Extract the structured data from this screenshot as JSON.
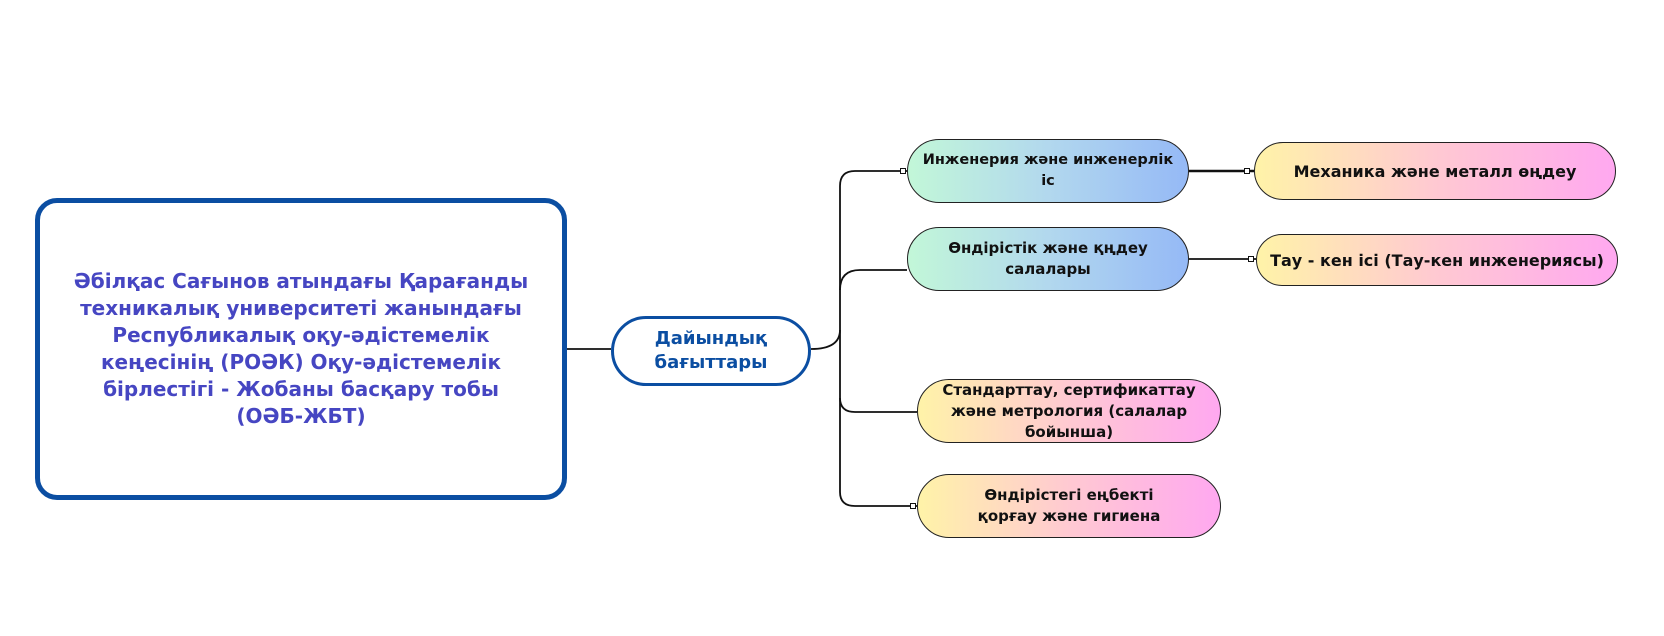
{
  "diagram": {
    "type": "mind-map",
    "colors": {
      "primary_border": "#0b4ea2",
      "root_text": "#4646c2",
      "hub_text": "#0b4ea2",
      "connector": "#111111",
      "gradient_green_blue": [
        "#c2f7d8",
        "#95b9f6"
      ],
      "gradient_yellow_pink": [
        "#fff3a8",
        "#ffa8f0"
      ]
    },
    "root": {
      "text": "Әбілқас Сағынов атындағы Қарағанды техникалық университеті жанындағы Республикалық оқу-әдістемелік кеңесінің (РОӘК) Оқу-әдістемелік бірлестігі - Жобаны басқару тобы (ОӘБ-ЖБТ)"
    },
    "hub": {
      "text": "Дайындық бағыттары"
    },
    "branches": [
      {
        "text": "Инженерия және инженерлік іс",
        "style": "green-blue",
        "children": [
          {
            "text": "Механика және металл өңдеу",
            "style": "yellow-pink"
          }
        ]
      },
      {
        "text": "Өндірістік және қңдеу салалары",
        "style": "green-blue",
        "children": [
          {
            "text": "Тау - кен ісі (Тау-кен инженериясы)",
            "style": "yellow-pink"
          }
        ]
      },
      {
        "text": "Стандарттау, сертификаттау және метрология (салалар бойынша)",
        "style": "yellow-pink",
        "children": []
      },
      {
        "text": "Өндірістегі еңбекті қорғау және гигиена",
        "style": "yellow-pink",
        "children": []
      }
    ]
  }
}
